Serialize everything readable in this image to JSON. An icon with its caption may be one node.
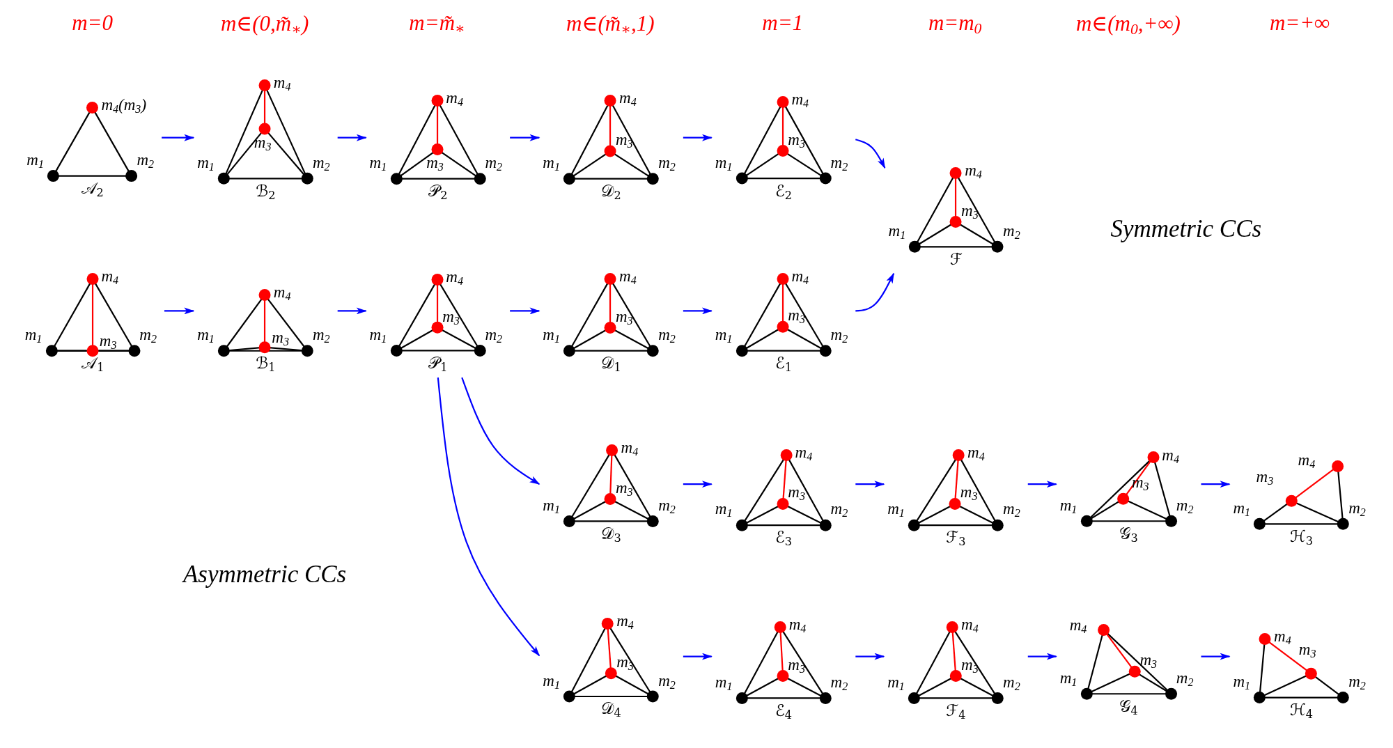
{
  "diagram": {
    "nodes": [
      {
        "text": [
          "m$_{4}$(m$_{3}$)",
          "m$_{1}$",
          "m$_{2}$",
          "𝒜$_{2}$"
        ]
      },
      {
        "text": [
          "m$_{4}$",
          "m$_{3}$",
          "m$_{1}$",
          "m$_{2}$",
          "ℬ$_{2}$"
        ]
      },
      {
        "text": [
          "m$_{4}$",
          "m$_{3}$",
          "m$_{1}$",
          "m$_{2}$",
          "𝒫$_{2}$"
        ]
      },
      {
        "text": [
          "m$_{4}$",
          "m$_{3}$",
          "m$_{1}$",
          "m$_{2}$",
          "𝒟$_{2}$"
        ]
      },
      {
        "text": [
          "m$_{4}$",
          "m$_{3}$",
          "m$_{1}$",
          "m$_{2}$",
          "ℰ$_{2}$"
        ]
      },
      {
        "text": [
          "m$_{4}$",
          "m$_{3}$",
          "m$_{1}$",
          "m$_{2}$",
          "ℱ"
        ]
      },
      {
        "text": [
          "m$_{4}$",
          "m$_{3}$",
          "m$_{1}$",
          "m$_{2}$",
          "𝒜$_{1}$"
        ]
      },
      {
        "text": [
          "m$_{4}$",
          "m$_{3}$",
          "m$_{1}$",
          "m$_{2}$",
          "ℬ$_{1}$"
        ]
      },
      {
        "text": [
          "m$_{4}$",
          "m$_{3}$",
          "m$_{1}$",
          "m$_{2}$",
          "𝒫$_{1}$"
        ]
      },
      {
        "text": [
          "m$_{4}$",
          "m$_{3}$",
          "m$_{1}$",
          "m$_{2}$",
          "𝒟$_{1}$"
        ]
      },
      {
        "text": [
          "m$_{4}$",
          "m$_{3}$",
          "m$_{1}$",
          "m$_{2}$",
          "ℰ$_{1}$"
        ]
      },
      {
        "text": [
          "m$_{4}$",
          "m$_{3}$",
          "m$_{1}$",
          "m$_{2}$",
          "𝒟$_{3}$"
        ]
      },
      {
        "text": [
          "m$_{4}$",
          "m$_{3}$",
          "m$_{1}$",
          "m$_{2}$",
          "ℰ$_{3}$"
        ]
      },
      {
        "text": [
          "m$_{4}$",
          "m$_{3}$",
          "m$_{1}$",
          "m$_{2}$",
          "ℱ$_{3}$"
        ]
      },
      {
        "text": [
          "m$_{4}$",
          "m$_{3}$",
          "m$_{1}$",
          "m$_{2}$",
          "𝒢$_{3}$"
        ]
      },
      {
        "text": [
          "m$_{4}$",
          "m$_{3}$",
          "m$_{1}$",
          "m$_{2}$",
          "ℋ$_{3}$"
        ]
      },
      {
        "text": [
          "m$_{4}$",
          "m$_{3}$",
          "m$_{1}$",
          "m$_{2}$",
          "𝒟$_{4}$"
        ]
      },
      {
        "text": [
          "m$_{4}$",
          "m$_{3}$",
          "m$_{1}$",
          "m$_{2}$",
          "ℰ$_{4}$"
        ]
      },
      {
        "text": [
          "m$_{4}$",
          "m$_{3}$",
          "m$_{1}$",
          "m$_{2}$",
          "ℱ$_{4}$"
        ]
      },
      {
        "text": [
          "m$_{4}$",
          "m$_{3}$",
          "m$_{1}$",
          "m$_{2}$",
          "𝒢$_{4}$"
        ]
      },
      {
        "text": [
          "m$_{4}$",
          "m$_{3}$",
          "m$_{1}$",
          "m$_{2}$",
          "ℋ$_{4}$"
        ]
      }
    ],
    "edges": [
      {
        "from": 0,
        "to": 1,
        "arrow": "to"
      },
      {
        "from": 1,
        "to": 2,
        "arrow": "to"
      },
      {
        "from": 2,
        "to": 3,
        "arrow": "to"
      },
      {
        "from": 3,
        "to": 4,
        "arrow": "to"
      },
      {
        "from": 4,
        "to": 5,
        "arrow": "to"
      },
      {
        "from": 6,
        "to": 7,
        "arrow": "to"
      },
      {
        "from": 7,
        "to": 8,
        "arrow": "to"
      },
      {
        "from": 8,
        "to": 9,
        "arrow": "to"
      },
      {
        "from": 9,
        "to": 10,
        "arrow": "to"
      },
      {
        "from": 10,
        "to": 5,
        "arrow": "to"
      },
      {
        "from": 8,
        "to": 11,
        "arrow": "to"
      },
      {
        "from": 8,
        "to": 16,
        "arrow": "to"
      },
      {
        "from": 11,
        "to": 12,
        "arrow": "to"
      },
      {
        "from": 12,
        "to": 13,
        "arrow": "to"
      },
      {
        "from": 13,
        "to": 14,
        "arrow": "to"
      },
      {
        "from": 14,
        "to": 15,
        "arrow": "to"
      },
      {
        "from": 16,
        "to": 17,
        "arrow": "to"
      },
      {
        "from": 17,
        "to": 18,
        "arrow": "to"
      },
      {
        "from": 18,
        "to": 19,
        "arrow": "to"
      },
      {
        "from": 19,
        "to": 20,
        "arrow": "to"
      }
    ],
    "labels": [
      "m=0",
      "m∈(0,m̃$_{∗}$)",
      "m=m̃$_{∗}$",
      "m∈(m̃$_{∗}$,1)",
      "m=1",
      "m=m$_{0}$",
      "m∈(m$_{0}$,+∞)",
      "m=+∞",
      "Symmetric CCs",
      "Asymmetric CCs"
    ]
  }
}
